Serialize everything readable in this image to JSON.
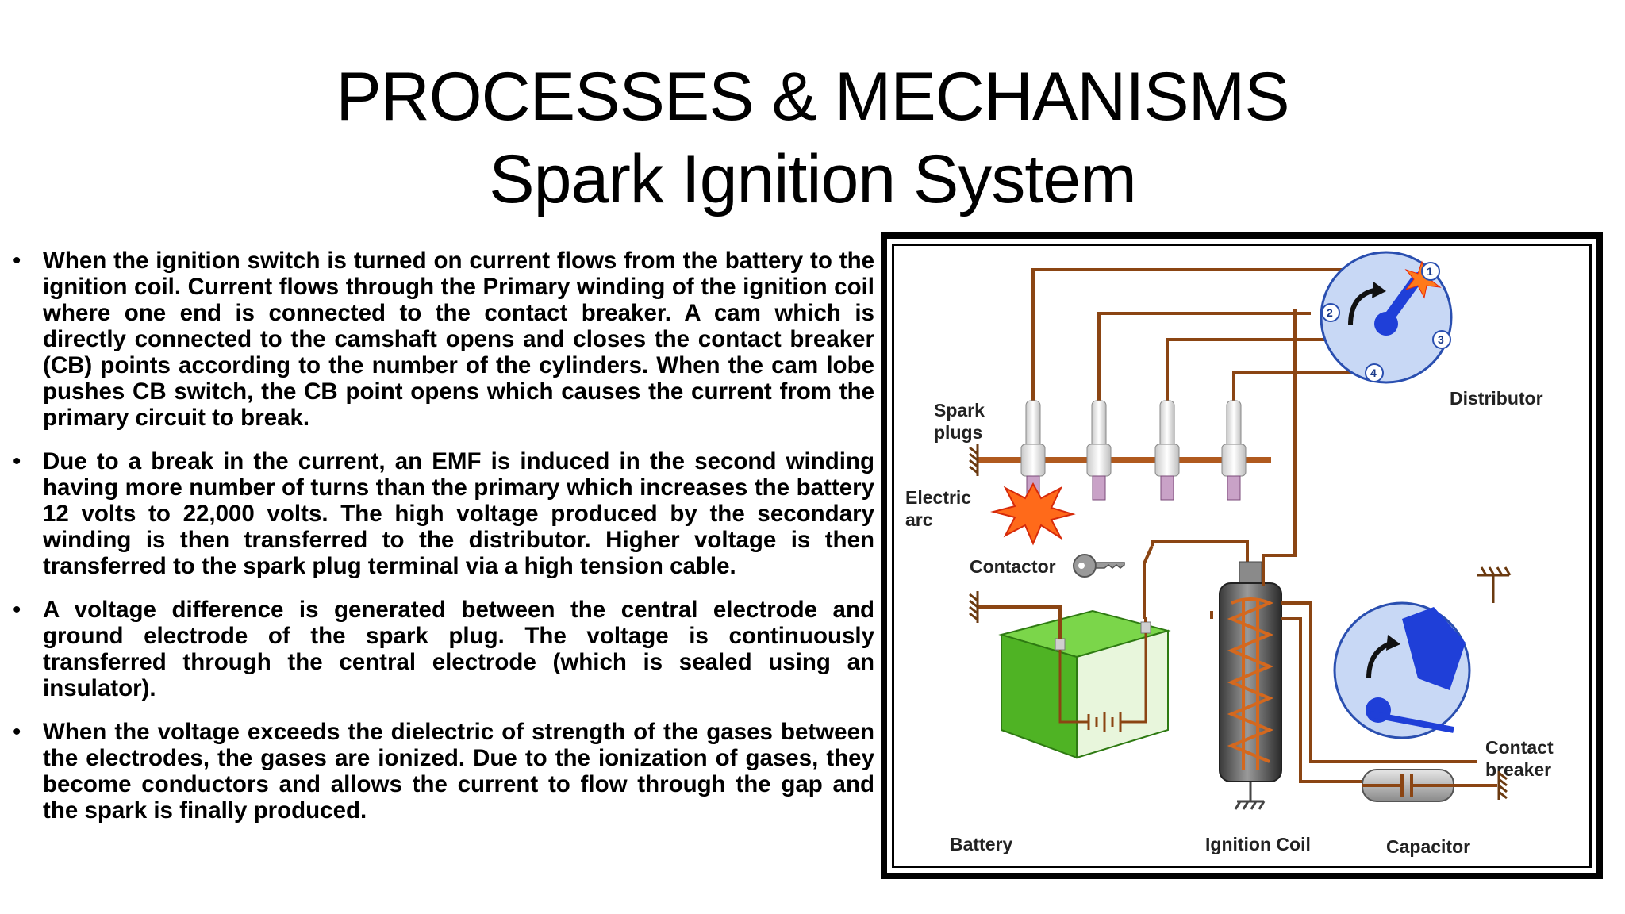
{
  "title": {
    "line1": "PROCESSES & MECHANISMS",
    "line2": "Spark Ignition System"
  },
  "bullets": [
    "When the ignition switch is turned on current flows from the battery to the ignition coil. Current flows through the Primary winding of the ignition coil where one end is connected to the contact breaker. A cam which is directly connected to the camshaft opens and closes the contact breaker (CB) points according to the number of the cylinders. When the cam lobe pushes CB switch, the CB point opens which causes the current from the primary circuit to break.",
    "Due to a break in the current, an EMF is induced in the second winding having more number of turns than the primary which increases the battery 12 volts to 22,000 volts. The high voltage produced by the secondary winding is then transferred to the distributor. Higher voltage is then transferred to the spark plug terminal via a high tension cable.",
    "A voltage difference is generated between the central electrode and ground electrode of the spark plug. The voltage is continuously transferred through the central electrode (which is sealed using an insulator).",
    "When the voltage exceeds the dielectric of strength of the gases between the electrodes, the gases are ionized. Due to the ionization of gases, they become conductors and allows the current to flow through the gap and the spark is finally produced."
  ],
  "bullet_marker": "•",
  "diagram": {
    "labels": {
      "distributor": "Distributor",
      "spark_plugs_1": "Spark",
      "spark_plugs_2": "plugs",
      "electric_arc_1": "Electric",
      "electric_arc_2": "arc",
      "contactor": "Contactor",
      "contact_breaker_1": "Contact",
      "contact_breaker_2": "breaker",
      "battery": "Battery",
      "ignition_coil": "Ignition Coil",
      "capacitor": "Capacitor"
    },
    "distributor_numbers": [
      "1",
      "2",
      "3",
      "4"
    ],
    "colors": {
      "wire": "#8b4513",
      "distributor_disc": "#c8d8f5",
      "rotor": "#1f3fd8",
      "battery": "#5cc42a",
      "coil": "#6b6b6b",
      "winding": "#d4681e"
    }
  }
}
